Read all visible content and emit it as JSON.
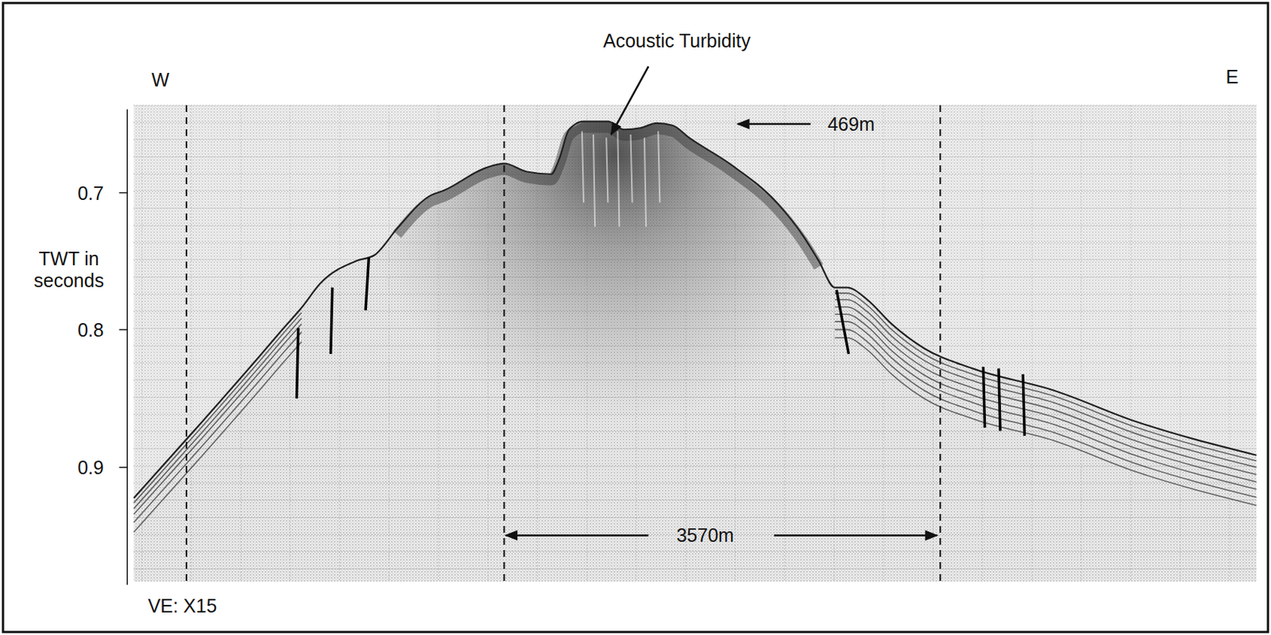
{
  "diagram": {
    "labels": [
      "W",
      "Acoustic Turbidity",
      "E",
      "469m",
      "0.7",
      "TWT in seconds",
      "0.8",
      "0.9",
      "3570m",
      "VE: X15"
    ]
  }
}
